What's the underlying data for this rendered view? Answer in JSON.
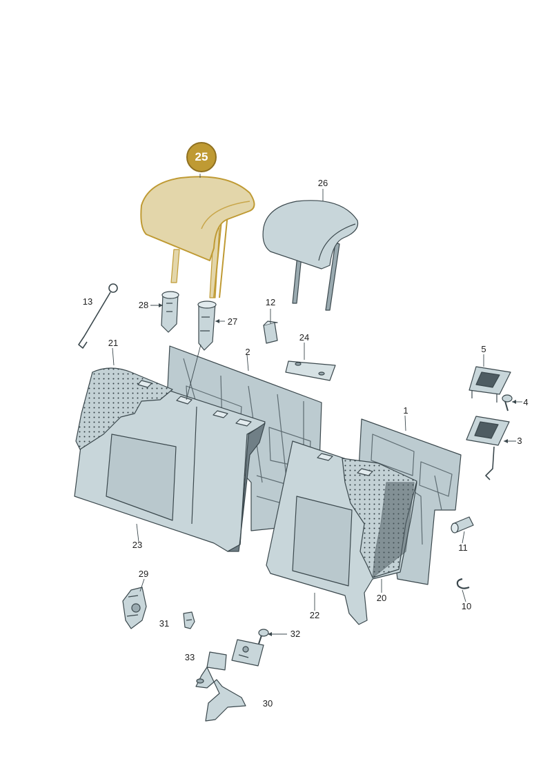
{
  "diagram": {
    "highlight_part": "25",
    "colors": {
      "part_fill": "#c8d6da",
      "part_dark": "#707f86",
      "outline": "#3a474c",
      "highlight_fill": "#e3d6aa",
      "highlight_stroke": "#bf9a33",
      "badge": "#bf9a33"
    },
    "callouts": [
      {
        "id": "c1",
        "label": "1"
      },
      {
        "id": "c2",
        "label": "2"
      },
      {
        "id": "c3",
        "label": "3"
      },
      {
        "id": "c4",
        "label": "4"
      },
      {
        "id": "c5",
        "label": "5"
      },
      {
        "id": "c10",
        "label": "10"
      },
      {
        "id": "c11",
        "label": "11"
      },
      {
        "id": "c12",
        "label": "12"
      },
      {
        "id": "c13",
        "label": "13"
      },
      {
        "id": "c20",
        "label": "20"
      },
      {
        "id": "c21",
        "label": "21"
      },
      {
        "id": "c22",
        "label": "22"
      },
      {
        "id": "c23",
        "label": "23"
      },
      {
        "id": "c24",
        "label": "24"
      },
      {
        "id": "c26",
        "label": "26"
      },
      {
        "id": "c27",
        "label": "27"
      },
      {
        "id": "c28",
        "label": "28"
      },
      {
        "id": "c29",
        "label": "29"
      },
      {
        "id": "c30",
        "label": "30"
      },
      {
        "id": "c31",
        "label": "31"
      },
      {
        "id": "c32",
        "label": "32"
      },
      {
        "id": "c33",
        "label": "33"
      }
    ]
  }
}
